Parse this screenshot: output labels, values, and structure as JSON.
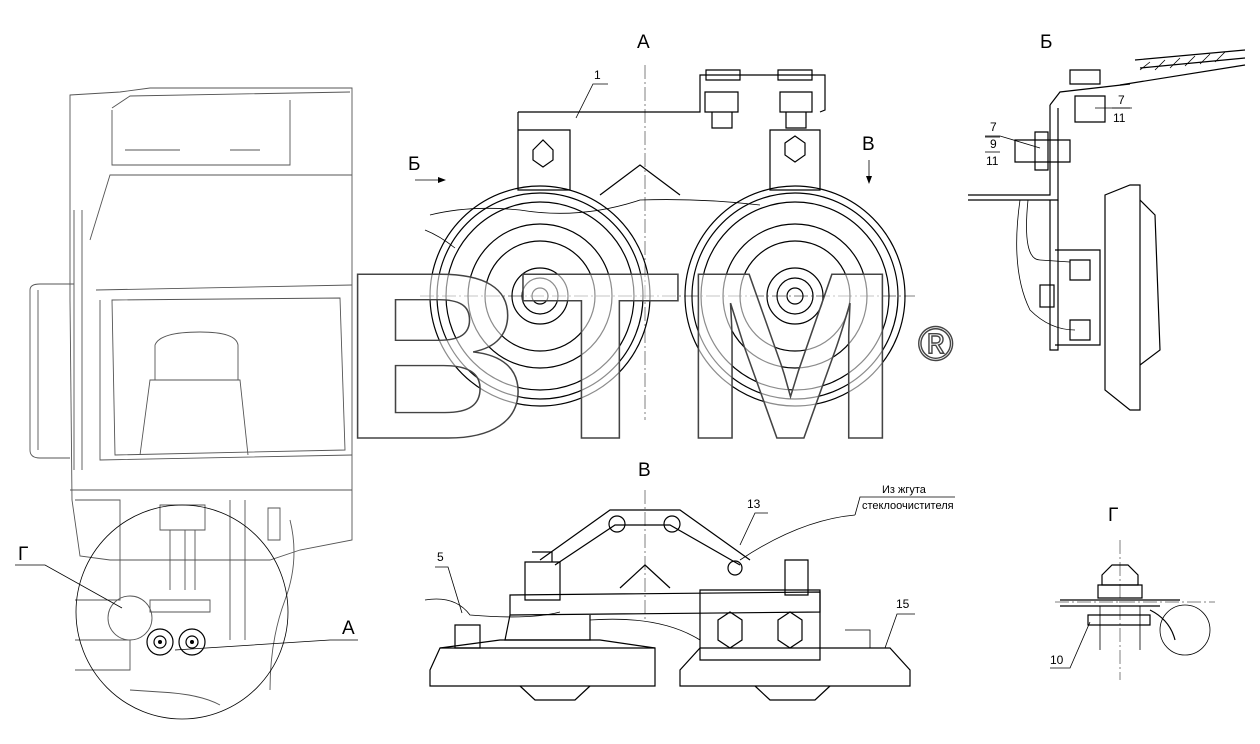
{
  "views": {
    "a": "А",
    "b": "Б",
    "v": "В",
    "g": "Г"
  },
  "view_arrows": {
    "b": "Б",
    "v": "В"
  },
  "callouts": {
    "c1": "1",
    "c5": "5",
    "c7_top": "7",
    "c11_top": "11",
    "c7": "7",
    "c9": "9",
    "c11": "11",
    "c10": "10",
    "c13": "13",
    "c15": "15",
    "g_ref": "Г",
    "a_ref": "А"
  },
  "note": {
    "line1": "Из жгута",
    "line2": "стеклоочистителя"
  },
  "watermark": {
    "text": "ВТМ",
    "mark": "®"
  },
  "colors": {
    "line": "#000000",
    "watermark_outline": "#444444"
  }
}
